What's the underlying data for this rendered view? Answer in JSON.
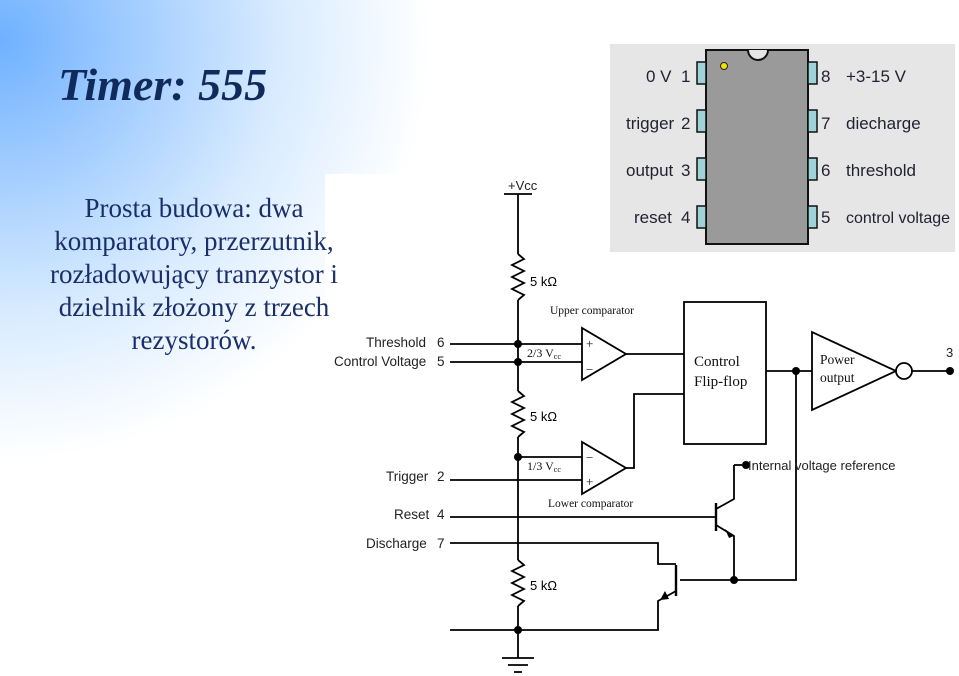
{
  "slide": {
    "title": "Timer: 555",
    "description": "Prosta budowa: dwa komparatory, przerzutnik, rozładowujący tranzystor i dzielnik złożony z trzech rezystorów."
  },
  "pinout": {
    "left_pins": [
      {
        "name": "0 V",
        "number": "1"
      },
      {
        "name": "trigger",
        "number": "2"
      },
      {
        "name": "output",
        "number": "3"
      },
      {
        "name": "reset",
        "number": "4"
      }
    ],
    "right_pins": [
      {
        "name": "+3-15 V",
        "number": "8"
      },
      {
        "name": "diecharge",
        "number": "7"
      },
      {
        "name": "threshold",
        "number": "6"
      },
      {
        "name": "control voltage",
        "number": "5"
      }
    ]
  },
  "schematic": {
    "vcc": "+Vcc",
    "resistors": [
      "5 kΩ",
      "5 kΩ",
      "5 kΩ"
    ],
    "inputs": [
      {
        "name": "Threshold",
        "pin": "6"
      },
      {
        "name": "Control Voltage",
        "pin": "5"
      },
      {
        "name": "Trigger",
        "pin": "2"
      },
      {
        "name": "Reset",
        "pin": "4"
      },
      {
        "name": "Discharge",
        "pin": "7"
      }
    ],
    "upper_comparator": "Upper comparator",
    "lower_comparator": "Lower comparator",
    "upper_ref": "2/3 V",
    "lower_ref": "1/3 V",
    "ref_subscript": "cc",
    "flipflop": [
      "Control",
      "Flip-flop"
    ],
    "power_output": [
      "Power",
      "output"
    ],
    "output_pin": "3",
    "internal_ref": "Internal voltage reference",
    "plus_sign": "+",
    "minus_sign": "−"
  },
  "colors": {
    "title": "#102a5c",
    "text": "#1a2f6a",
    "chip_body": "#9a9a9a",
    "pin_fill": "#9fd3d8",
    "pinout_bg": "#e6e6e6"
  }
}
